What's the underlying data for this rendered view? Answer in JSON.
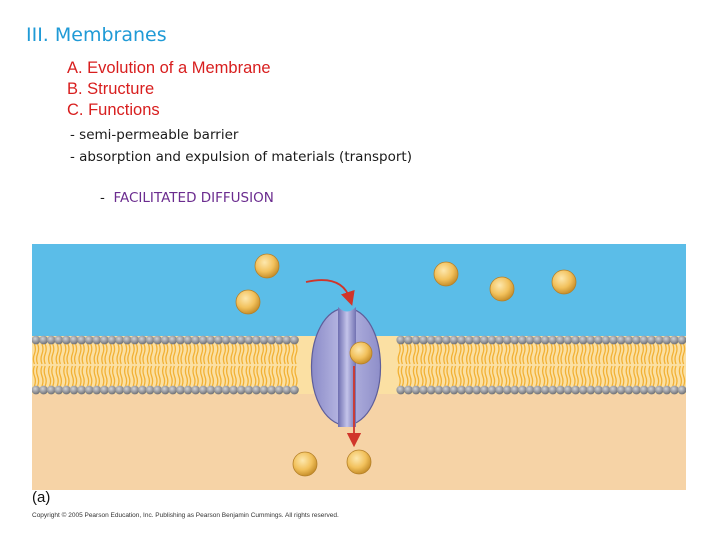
{
  "slide": {
    "title": "III. Membranes",
    "outline": [
      "A. Evolution of a Membrane",
      "B. Structure",
      "C. Functions"
    ],
    "bullets": [
      "- semi-permeable barrier",
      "- absorption and expulsion of materials (transport)"
    ],
    "facilitated": {
      "dash": "-",
      "term": "FACILITATED DIFFUSION"
    }
  },
  "figure": {
    "panel_label": "(a)",
    "copyright": "Copyright © 2005 Pearson Education, Inc. Publishing as Pearson Benjamin Cummings. All rights reserved.",
    "colors": {
      "outside": "#5bbde8",
      "inside": "#f6d3a6",
      "lipid_head": "#8e8f93",
      "lipid_tail": "#f2b135",
      "protein": "#a7a7d8",
      "channel": "#8080bd",
      "solute": "#f2c15c",
      "arrow": "#d0352a"
    },
    "solute_count": 8
  }
}
